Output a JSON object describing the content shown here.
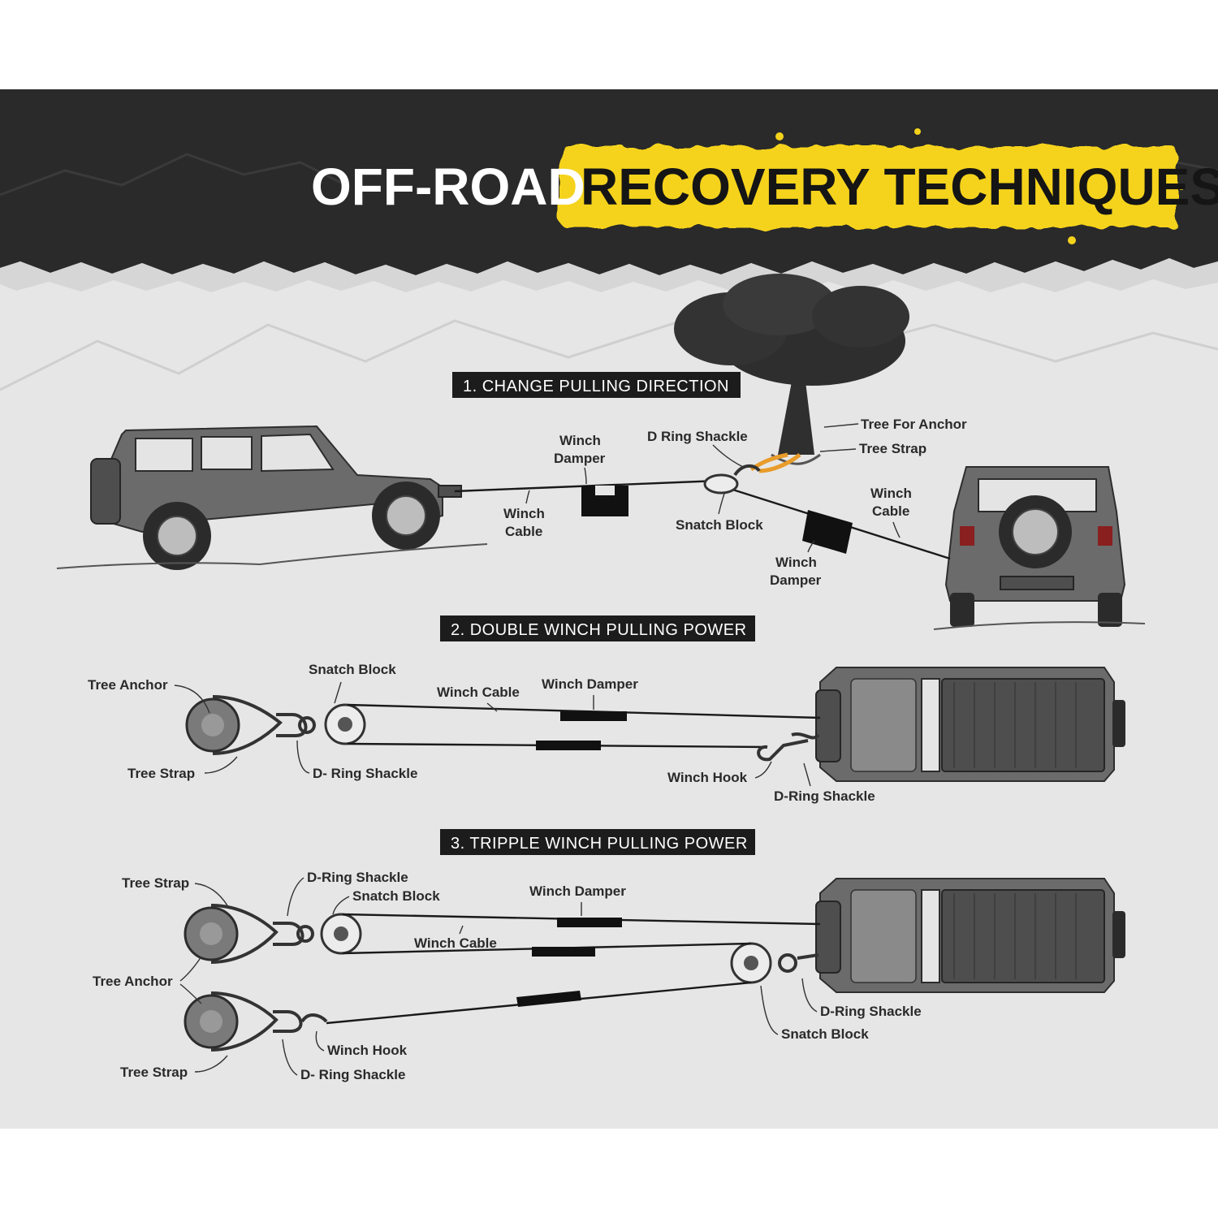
{
  "header": {
    "title_part1": "OFF-ROAD",
    "title_part2": "RECOVERY TECHNIQUES",
    "highlight_color": "#f5d31c",
    "band_color": "#2a2a2a"
  },
  "section1": {
    "title": "1. CHANGE PULLING DIRECTION",
    "labels": {
      "tree_for_anchor": "Tree For Anchor",
      "tree_strap": "Tree Strap",
      "d_ring_shackle": "D Ring Shackle",
      "winch_damper_top_l1": "Winch",
      "winch_damper_top_l2": "Damper",
      "winch_cable_left_l1": "Winch",
      "winch_cable_left_l2": "Cable",
      "snatch_block": "Snatch Block",
      "winch_cable_right_l1": "Winch",
      "winch_cable_right_l2": "Cable",
      "winch_damper_bottom_l1": "Winch",
      "winch_damper_bottom_l2": "Damper"
    }
  },
  "section2": {
    "title": "2. DOUBLE WINCH PULLING POWER",
    "labels": {
      "tree_anchor": "Tree Anchor",
      "snatch_block": "Snatch Block",
      "winch_cable": "Winch Cable",
      "winch_damper": "Winch Damper",
      "tree_strap": "Tree Strap",
      "d_ring_shackle_left": "D- Ring Shackle",
      "winch_hook": "Winch Hook",
      "d_ring_shackle_right": "D-Ring Shackle"
    }
  },
  "section3": {
    "title": "3. TRIPPLE WINCH PULLING POWER",
    "labels": {
      "tree_strap_top": "Tree Strap",
      "d_ring_shackle_top": "D-Ring Shackle",
      "snatch_block_top": "Snatch Block",
      "winch_damper": "Winch Damper",
      "winch_cable": "Winch Cable",
      "tree_anchor": "Tree Anchor",
      "winch_hook": "Winch Hook",
      "d_ring_shackle_right": "D-Ring Shackle",
      "snatch_block_right": "Snatch Block",
      "tree_strap_bottom": "Tree Strap",
      "d_ring_shackle_bottom": "D- Ring Shackle"
    }
  },
  "icons": [
    "jeep-side-icon",
    "jeep-rear-icon",
    "jeep-top-icon",
    "tree-icon",
    "pulley-icon",
    "shackle-icon",
    "hook-icon",
    "damper-icon"
  ]
}
